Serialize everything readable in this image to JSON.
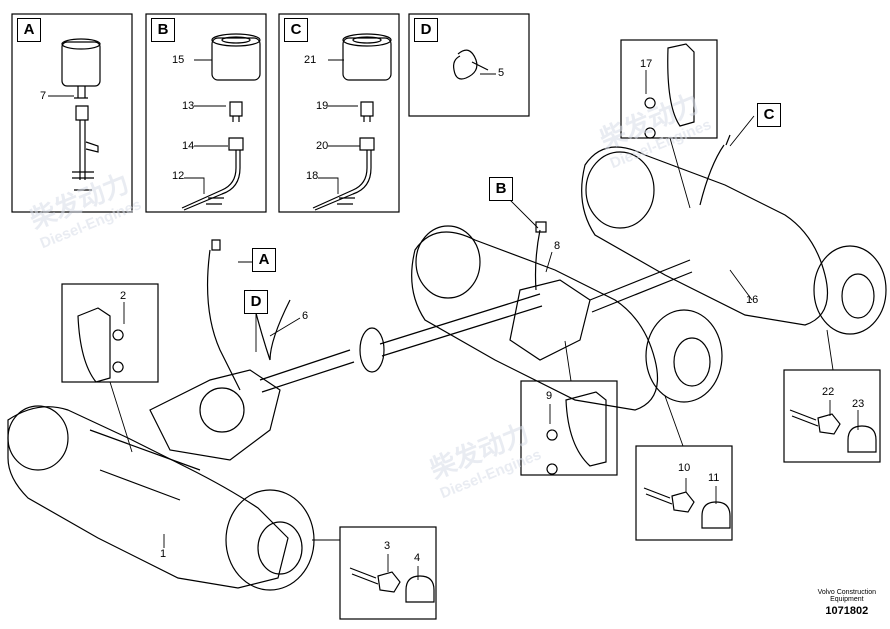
{
  "insets": {
    "A": {
      "letter": "A",
      "callouts": [
        "7"
      ]
    },
    "B": {
      "letter": "B",
      "callouts": [
        "15",
        "13",
        "14",
        "12"
      ]
    },
    "C": {
      "letter": "C",
      "callouts": [
        "21",
        "19",
        "20",
        "18"
      ]
    },
    "D": {
      "letter": "D",
      "callouts": [
        "5"
      ]
    }
  },
  "main_callouts": [
    "1",
    "2",
    "3",
    "4",
    "6",
    "8",
    "9",
    "10",
    "11",
    "16",
    "17",
    "22",
    "23"
  ],
  "pointer_letters": [
    "A",
    "B",
    "C",
    "D"
  ],
  "watermark": {
    "brand": "柴发动力",
    "sub": "Diesel-Engines"
  },
  "footer": {
    "line1": "Volvo Construction",
    "line2": "Equipment",
    "doc_number": "1071802"
  }
}
